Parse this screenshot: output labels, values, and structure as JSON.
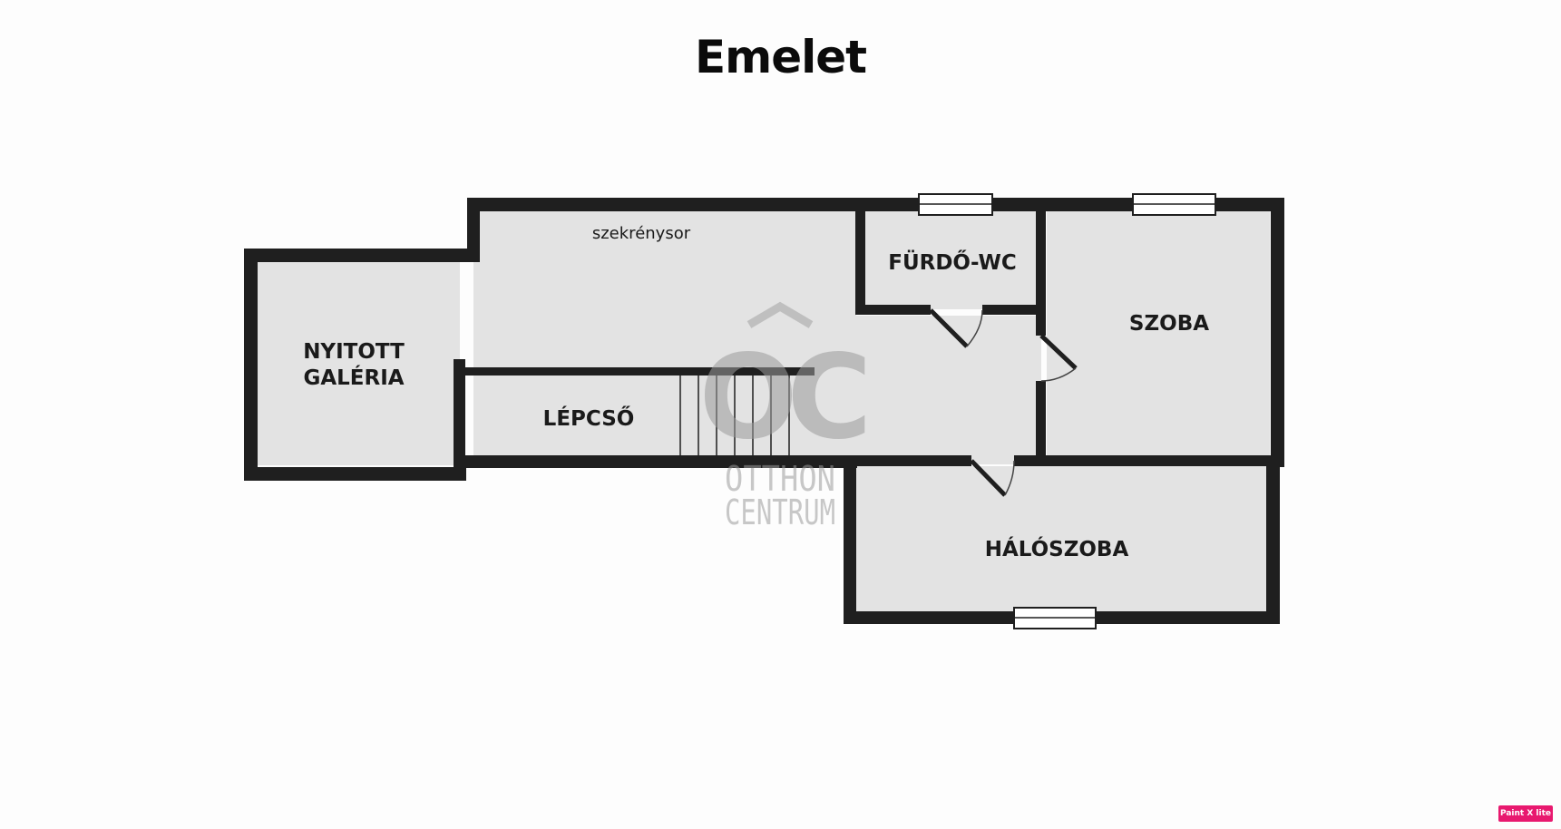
{
  "title": "Emelet",
  "rooms": {
    "gallery_line1": "NYITOTT",
    "gallery_line2": "GALÉRIA",
    "wardrobe": "szekrénysor",
    "stairs": "LÉPCSŐ",
    "bathroom": "FÜRDŐ-WC",
    "room": "SZOBA",
    "bedroom": "HÁLÓSZOBA"
  },
  "watermark": {
    "monogram": "OC",
    "line1": "OTTHON",
    "line2": "CENTRUM"
  },
  "badge": "Paint X lite",
  "colors": {
    "wall": "#1f1f1f",
    "floor": "#e3e3e3",
    "background": "#fdfdfd",
    "badge": "#e8196f"
  }
}
